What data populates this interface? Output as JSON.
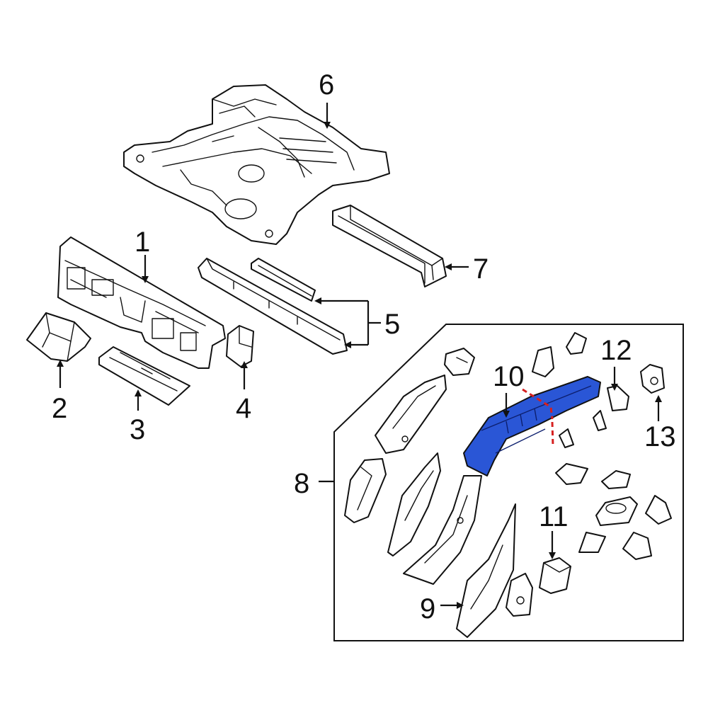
{
  "diagram": {
    "callouts": [
      {
        "id": "1",
        "label": "1"
      },
      {
        "id": "2",
        "label": "2"
      },
      {
        "id": "3",
        "label": "3"
      },
      {
        "id": "4",
        "label": "4"
      },
      {
        "id": "5",
        "label": "5"
      },
      {
        "id": "6",
        "label": "6"
      },
      {
        "id": "7",
        "label": "7"
      },
      {
        "id": "8",
        "label": "8"
      },
      {
        "id": "9",
        "label": "9"
      },
      {
        "id": "10",
        "label": "10"
      },
      {
        "id": "11",
        "label": "11"
      },
      {
        "id": "12",
        "label": "12"
      },
      {
        "id": "13",
        "label": "13"
      }
    ],
    "colors": {
      "line": "#111111",
      "highlight": "#2a56d6",
      "cut_line": "#d62020",
      "background": "#ffffff"
    },
    "highlighted_part": "10"
  }
}
